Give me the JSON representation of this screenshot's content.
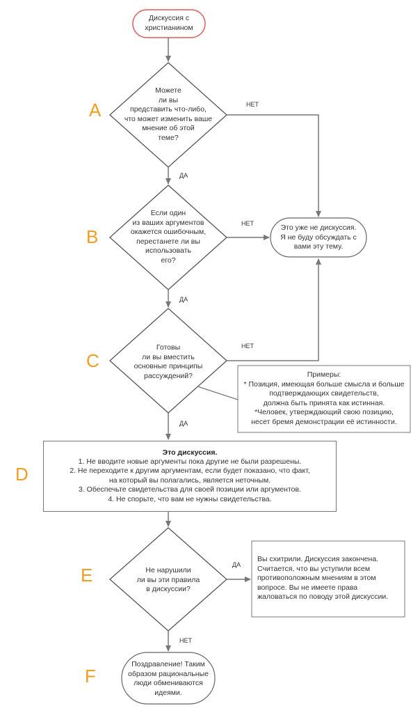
{
  "colors": {
    "line": "#777777",
    "text": "#333333",
    "start_border": "#e05a5a",
    "accent": "#f29d1e"
  },
  "start": {
    "text": "Дискуссия с\nхристианином"
  },
  "questions": [
    {
      "letter": "A",
      "text": "Можете\nли вы\nпредставить что-либо,\nчто может изменить ваше\nмнение об этой\nтеме?",
      "no_label": "НЕТ",
      "yes_label": "ДА"
    },
    {
      "letter": "B",
      "text": "Если один\nиз ваших аргументов\nокажется ошибочным,\nперестанете ли вы\nиспользовать\nего?",
      "no_label": "НЕТ",
      "yes_label": "ДА"
    },
    {
      "letter": "C",
      "text": "Готовы\nли вы вместить\nосновные принципы\nрассуждений?",
      "no_label": "НЕТ",
      "yes_label": "ДА"
    }
  ],
  "not_discussion": {
    "text": "Это уже не дискуссия.\nЯ не буду обсуждать с\nвами эту тему."
  },
  "examples": {
    "text": "Примеры:\n* Позиция, имеющая больше смысла и больше\nподтверждающих свидетельств,\nдолжна быть принята как истинная.\n*Человек, утверждающий свою позицию,\nнесет бремя демонстрации её истинности."
  },
  "rules": {
    "letter": "D",
    "title": "Это дискуссия.",
    "items": [
      "1. Не вводите новые аргументы пока другие не были разрешены.",
      "2. Не переходите к другим аргументам, если будет показано, что факт,",
      "на который вы полагались, является неточным.",
      "3. Обеспечьте свидетельства для своей позиции или аргументов.",
      "4. Не спорьте, что вам не нужны свидетельства."
    ]
  },
  "question_e": {
    "letter": "E",
    "text": "Не нарушили\nли вы эти правила\nв дискуссии?",
    "yes_label": "ДА",
    "no_label": "НЕТ"
  },
  "cheated": {
    "text": "Вы схитрили. Дискуссия закончена.\nСчитается, что вы уступили всем\nпротивоположным мнениям в этом\nвопросе. Вы не имеете права\nжаловаться по поводу этой дискуссии."
  },
  "end": {
    "letter": "F",
    "text": "Поздравление! Таким\nобразом рациональные\nлюди обмениваются\nидеями."
  }
}
